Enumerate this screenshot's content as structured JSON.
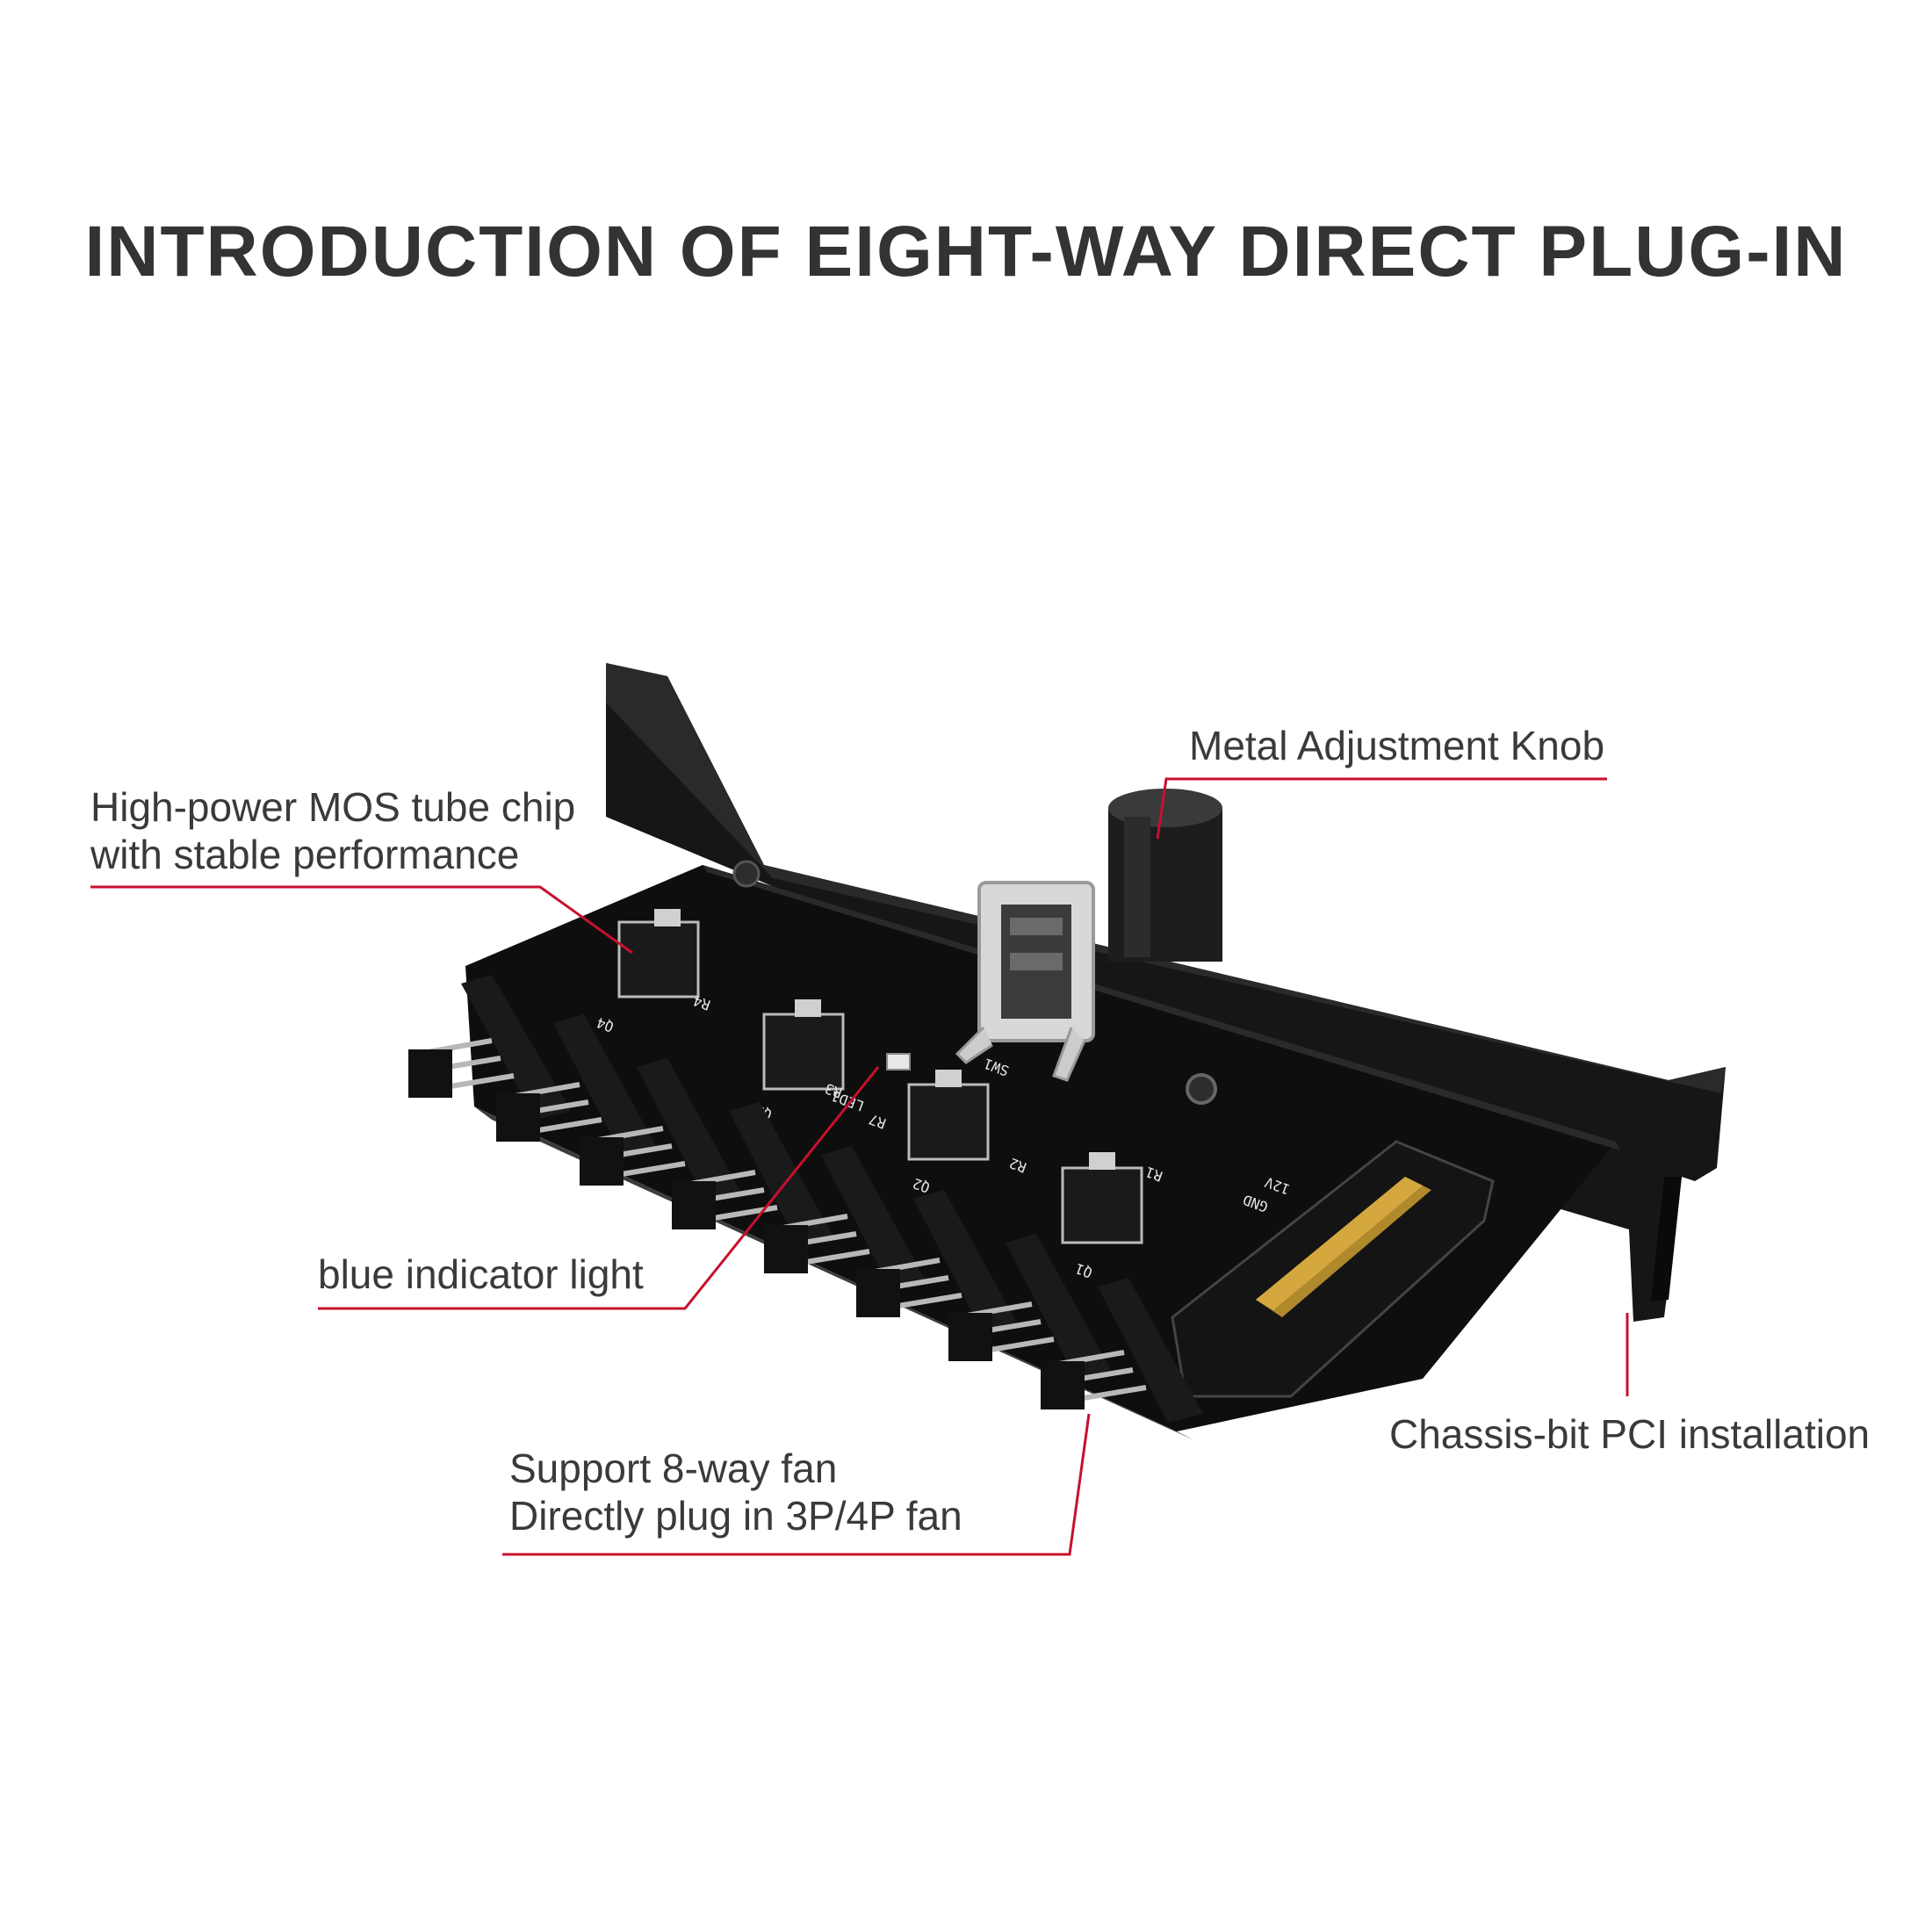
{
  "title": "INTRODUCTION OF EIGHT-WAY DIRECT PLUG-IN",
  "callouts": {
    "knob": {
      "line1": "Metal Adjustment Knob"
    },
    "mos": {
      "line1": "High-power MOS tube chip",
      "line2": "with stable performance"
    },
    "indicator": {
      "line1": "blue indicator light"
    },
    "fan": {
      "line1": "Support 8-way fan",
      "line2": "Directly plug in 3P/4P fan"
    },
    "pci": {
      "line1": "Chassis-bit PCI installation"
    }
  },
  "board_silkscreen": {
    "q4": "Q4",
    "r4": "R4",
    "q3": "Q3",
    "r3": "R3",
    "led": "LED1",
    "r7": "R7",
    "q2": "Q2",
    "r2": "R2",
    "q1": "Q1",
    "r1": "R1",
    "sw": "SW1",
    "v12": "12V",
    "gnd": "GND"
  },
  "colors": {
    "callout_line": "#c8102e",
    "title": "#333333",
    "board": "#111111"
  }
}
